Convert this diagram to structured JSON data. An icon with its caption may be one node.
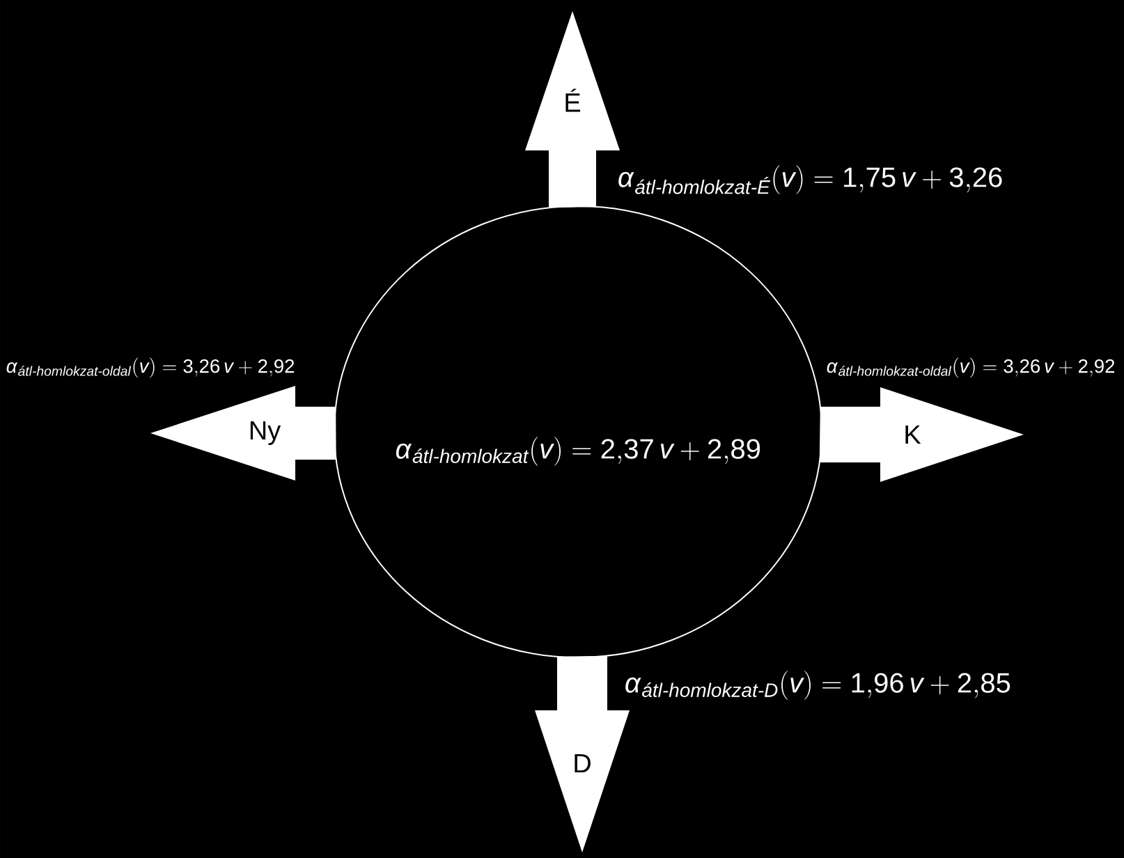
{
  "diagram": {
    "nodes": [
      {
        "text": [
          "É"
        ],
        "beside": [
          "\\alpha_{\\textit{átl-homlokzat-É}}(v) = 1{,}75\\,v + 3{,}26"
        ]
      },
      {
        "text": [
          "Ny"
        ],
        "beside": [
          "\\alpha_{\\textit{átl-homlokzat-oldal}}(v) = 3{,}26\\,v + 2{,}92"
        ]
      },
      {
        "text": [
          "\\alpha_{\\textit{átl-homlokzat}}(v) = 2{,}37\\,v + 2{,}89"
        ]
      },
      {
        "text": [
          "K"
        ],
        "beside": [
          "\\alpha_{\\textit{átl-homlokzat-oldal}}(v) = 3{,}26\\,v + 2{,}92"
        ]
      },
      {
        "text": [
          "D"
        ],
        "beside": [
          "\\alpha_{\\textit{átl-homlokzat-D}}(v) = 1{,}96\\,v + 2{,}85"
        ]
      }
    ]
  }
}
